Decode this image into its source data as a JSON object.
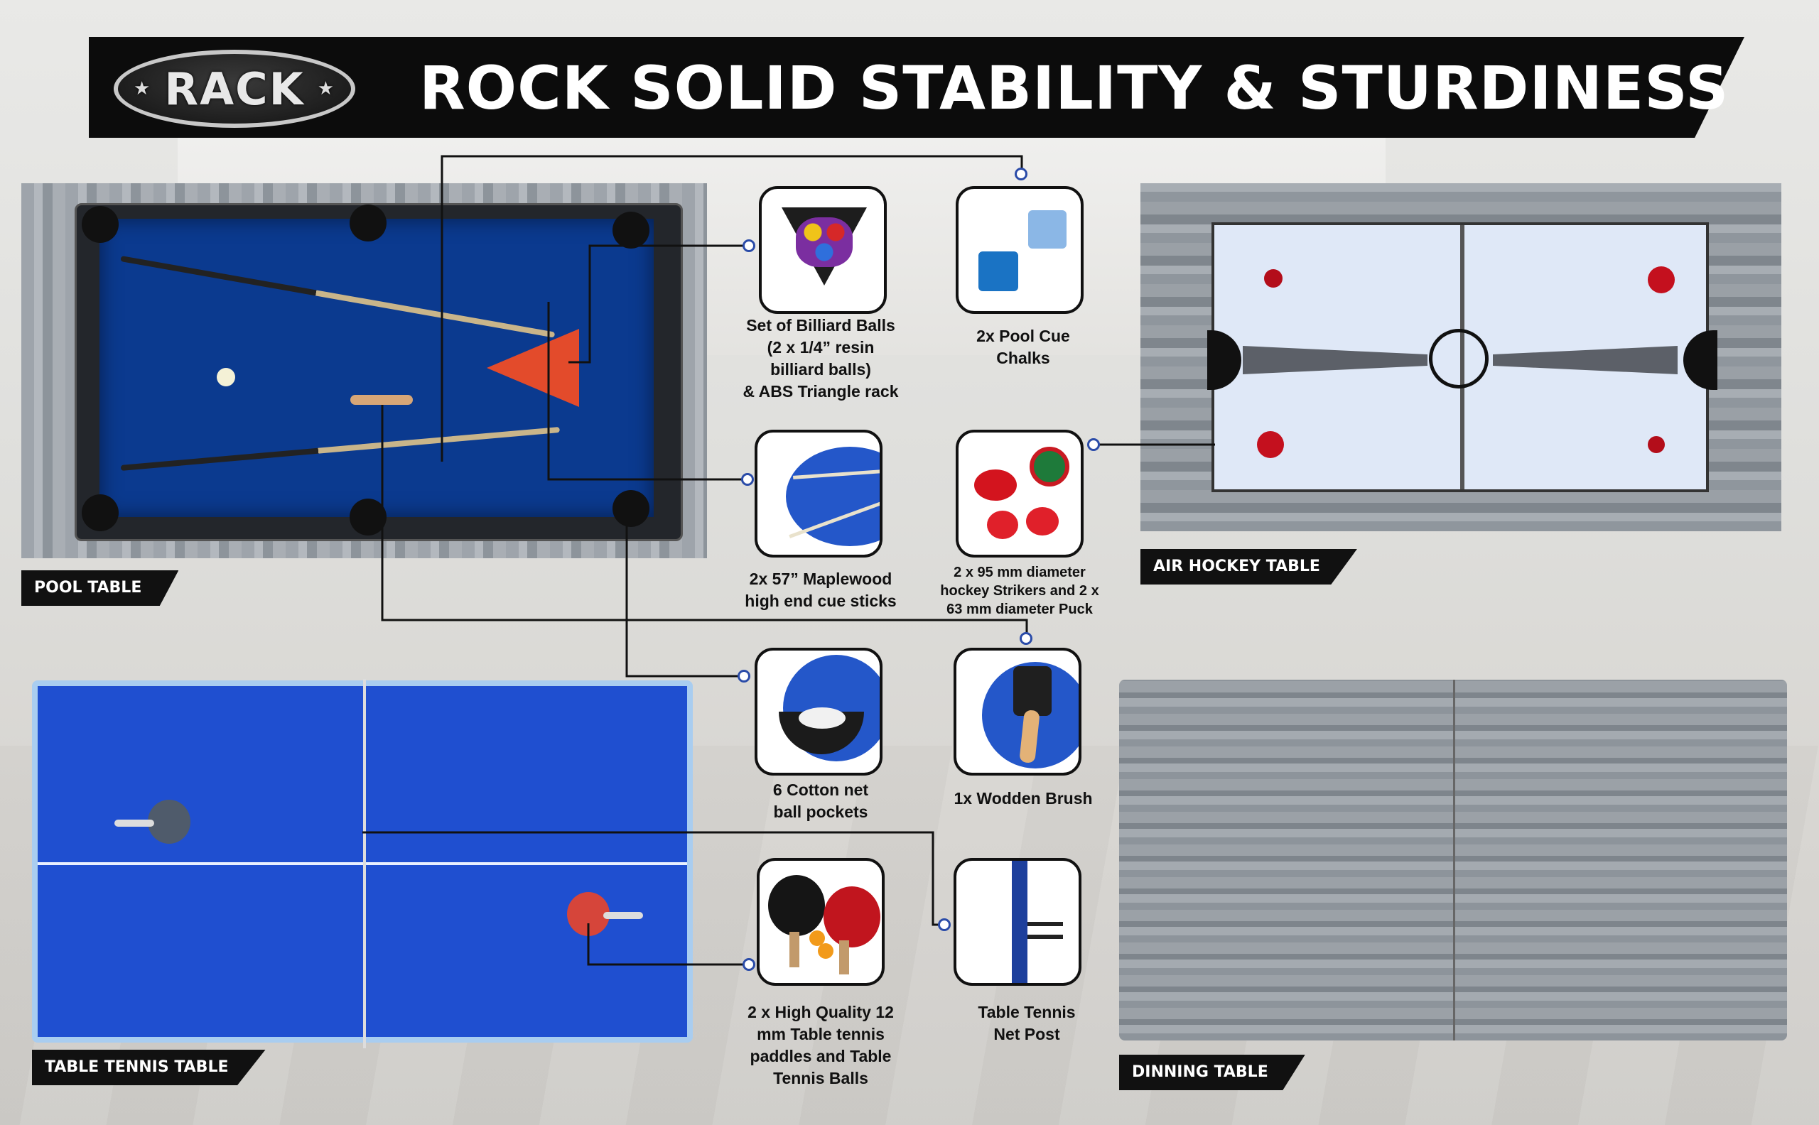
{
  "header": {
    "logo_text": "RACK",
    "title": "ROCK SOLID STABILITY & STURDINESS"
  },
  "tables": {
    "pool": "POOL TABLE",
    "air_hockey": "AIR HOCKEY TABLE",
    "table_tennis": "TABLE TENNIS TABLE",
    "dining": "DINNING TABLE"
  },
  "items": {
    "billiard_balls": "Set of Billiard Balls\n(2 x 1/4” resin\nbilliard balls)\n& ABS Triangle rack",
    "chalks": "2x Pool Cue\nChalks",
    "cue_sticks": "2x 57” Maplewood\nhigh end cue sticks",
    "strikers": "2 x 95 mm diameter\nhockey  Strikers and 2 x\n63 mm diameter Puck",
    "pockets": "6 Cotton net\nball pockets",
    "brush": "1x Wodden Brush",
    "paddles": "2 x High Quality 12\nmm Table tennis\npaddles and Table\nTennis Balls",
    "net_post": "Table Tennis\nNet Post"
  },
  "colors": {
    "banner": "#0c0c0c",
    "pool_felt": "#0b3a8f",
    "tennis_blue": "#1f4fd0",
    "hockey_surface": "#dfe8f7"
  },
  "icons": [
    "star-icon",
    "billiard-rack-icon",
    "chalk-icon",
    "cue-icon",
    "striker-icon",
    "pocket-icon",
    "brush-icon",
    "paddle-icon",
    "net-post-icon"
  ]
}
